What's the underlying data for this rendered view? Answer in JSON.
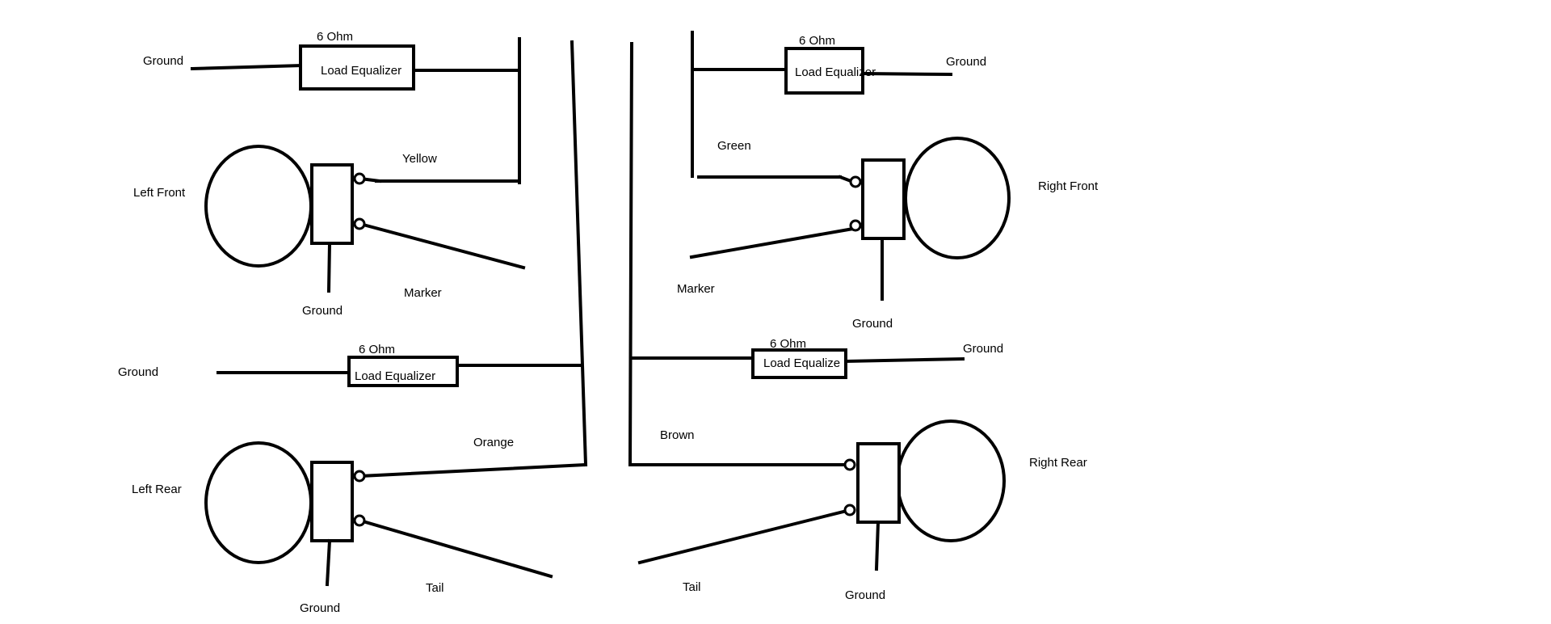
{
  "labels": {
    "resistance": "6 Ohm",
    "load_equalizer": "Load Equalizer",
    "load_equalizer_clipped": "Load Equalize",
    "ground": "Ground",
    "left_front": "Left Front",
    "left_rear": "Left Rear",
    "right_front": "Right Front",
    "right_rear": "Right Rear",
    "yellow": "Yellow",
    "green": "Green",
    "orange": "Orange",
    "brown": "Brown",
    "marker": "Marker",
    "tail": "Tail"
  },
  "colors": {
    "line": "#000000",
    "background": "#ffffff"
  }
}
